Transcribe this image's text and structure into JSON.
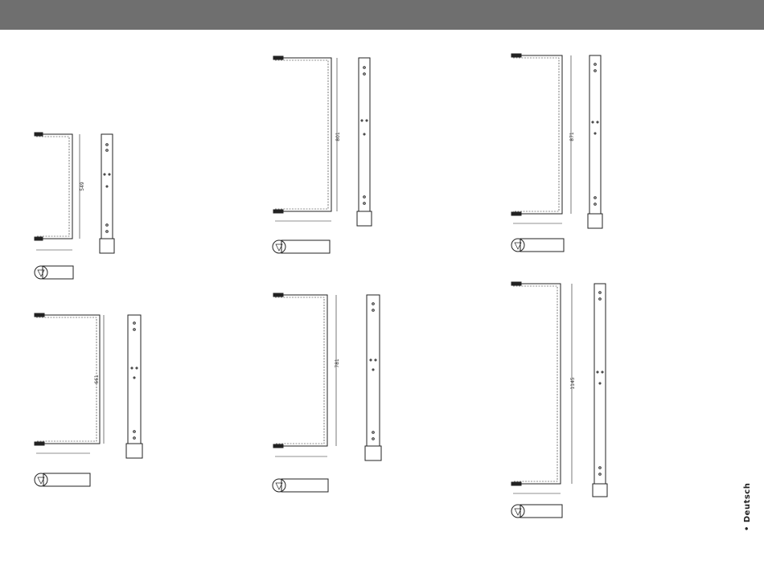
{
  "header": {
    "color": "#6f6f6f"
  },
  "page": {
    "language_label": "• Deutsch"
  },
  "frames": [
    {
      "id": "frame-549",
      "dimension": "549"
    },
    {
      "id": "frame-661",
      "dimension": "661"
    },
    {
      "id": "frame-801",
      "dimension": "801"
    },
    {
      "id": "frame-781",
      "dimension": "781"
    },
    {
      "id": "frame-871",
      "dimension": "871"
    },
    {
      "id": "frame-1145",
      "dimension": "1145"
    }
  ]
}
